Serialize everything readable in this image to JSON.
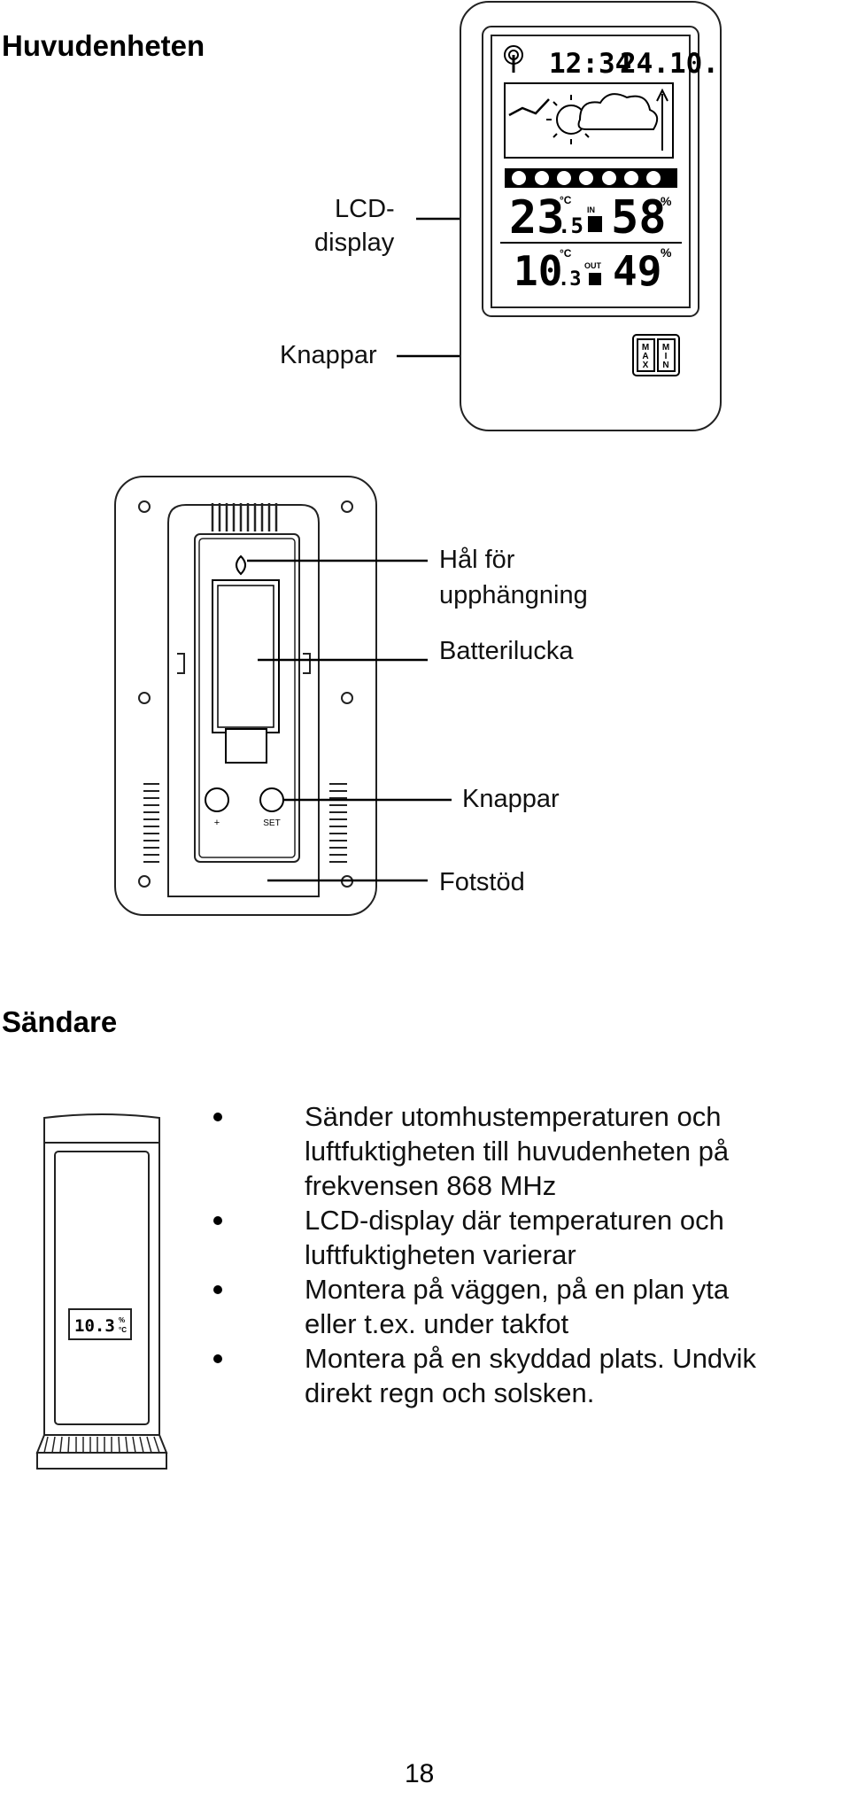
{
  "sections": {
    "main_unit_title": "Huvudenheten",
    "transmitter_title": "Sändare"
  },
  "main_unit_front": {
    "label_lcd_line1": "LCD-",
    "label_lcd_line2": "display",
    "label_buttons": "Knappar",
    "display": {
      "time": "12:34",
      "date": "24.10.",
      "indoor_temp": "23",
      "indoor_temp_dec": ".5",
      "indoor_hum": "58",
      "indoor_tag": "IN",
      "outdoor_temp": "10",
      "outdoor_temp_dec": ".3",
      "outdoor_hum": "49",
      "outdoor_tag": "OUT",
      "unit_c": "°C",
      "unit_pct": "%"
    },
    "buttons": {
      "max": [
        "M",
        "A",
        "X"
      ],
      "min": [
        "M",
        "I",
        "N"
      ]
    }
  },
  "main_unit_back": {
    "label_hole_line1": "Hål för",
    "label_hole_line2": "upphängning",
    "label_battery": "Batterilucka",
    "label_buttons": "Knappar",
    "label_stand": "Fotstöd",
    "button_plus": "+",
    "button_set": "SET"
  },
  "transmitter": {
    "display_value": "10.3",
    "display_unit_top": "%",
    "display_unit_bottom": "°C",
    "bullets": [
      [
        "Sänder utomhustemperaturen och",
        "luftfuktigheten till huvudenheten på",
        "frekvensen 868 MHz"
      ],
      [
        "LCD-display där temperaturen och",
        "luftfuktigheten varierar"
      ],
      [
        "Montera på väggen, på en plan yta",
        "eller t.ex. under takfot"
      ],
      [
        "Montera på en skyddad plats. Undvik",
        "direkt regn och solsken."
      ]
    ]
  },
  "page_number": "18"
}
